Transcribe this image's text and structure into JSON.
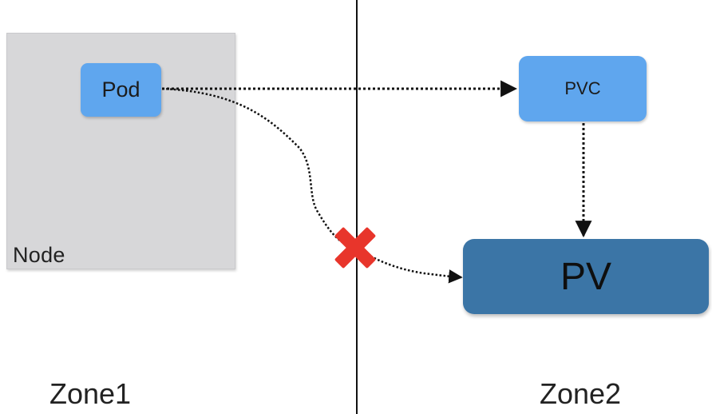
{
  "diagram": {
    "zones": [
      {
        "label": "Zone1"
      },
      {
        "label": "Zone2"
      }
    ],
    "node_label": "Node",
    "pod_label": "Pod",
    "pvc_label": "PVC",
    "pv_label": "PV",
    "colors": {
      "node_fill": "#d7d7d9",
      "pod_fill": "#5fa6ee",
      "pvc_fill": "#5fa6ee",
      "pv_fill": "#3b75a6",
      "blocked_marker": "#e8352b",
      "divider": "#111111"
    },
    "connections": [
      {
        "from": "Pod",
        "to": "PVC",
        "style": "dotted",
        "status": "ok"
      },
      {
        "from": "PVC",
        "to": "PV",
        "style": "dotted",
        "status": "ok"
      },
      {
        "from": "Pod",
        "to": "PV",
        "style": "dotted",
        "status": "blocked",
        "marker": "x-icon"
      }
    ]
  }
}
